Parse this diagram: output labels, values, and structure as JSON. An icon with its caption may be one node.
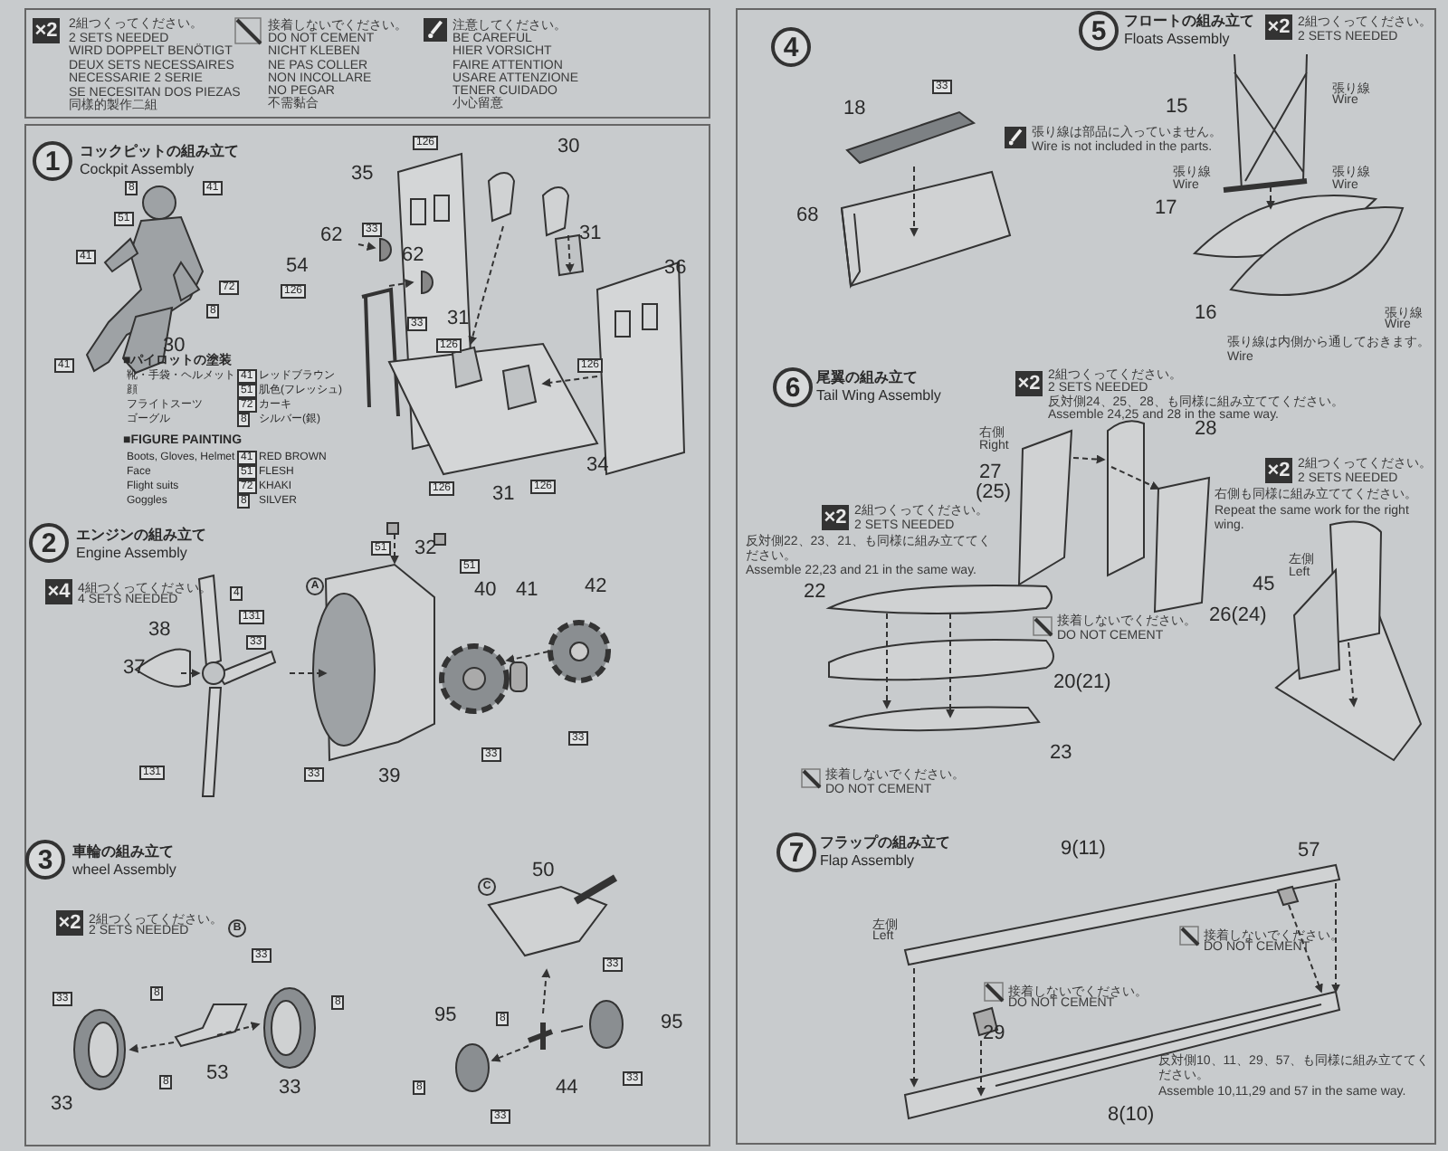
{
  "diagram": {
    "nodes": [
      {
        "text": [
          "×2"
        ],
        "beside": [
          "2組つくってください。",
          "2 SETS NEEDED",
          "WIRD DOPPELT BENÖTIGT",
          "DEUX SETS NECESSAIRES",
          "NECESSARIE 2 SERIE",
          "SE NECESITAN DOS PIEZAS",
          "同樣的製作二組"
        ]
      },
      {
        "text": [
          "1"
        ],
        "beside": [
          "コックピットの組み立て",
          "Cockpit Assembly"
        ]
      },
      {
        "text": [
          "2"
        ],
        "beside": [
          "エンジンの組み立て",
          "Engine Assembly"
        ]
      },
      {
        "text": [
          "×4"
        ],
        "beside": [
          "4組つくってください。",
          "4 SETS NEEDED"
        ]
      },
      {
        "text": [
          "A"
        ]
      },
      {
        "text": [
          "3"
        ],
        "beside": [
          "車輪の組み立て",
          "wheel Assembly"
        ]
      },
      {
        "text": [
          "×2"
        ],
        "beside": [
          "2組つくってください。",
          "2 SETS NEEDED"
        ]
      },
      {
        "text": [
          "B"
        ]
      },
      {
        "text": [
          "C"
        ]
      },
      {
        "text": [
          "4"
        ]
      },
      {
        "text": [
          "5"
        ],
        "beside": [
          "フロートの組み立て",
          "Floats Assembly"
        ]
      },
      {
        "text": [
          "×2"
        ],
        "beside": [
          "2組つくってください。",
          "2 SETS NEEDED"
        ]
      },
      {
        "text": [
          "6"
        ],
        "beside": [
          "尾翼の組み立て",
          "Tail Wing Assembly"
        ]
      },
      {
        "text": [
          "×2"
        ],
        "beside": [
          "2組つくってください。",
          "2 SETS NEEDED",
          "反対側24、25、28、も同様に組み立ててください。",
          "Assemble 24,25 and 28 in the same way."
        ]
      },
      {
        "text": [
          "×2"
        ],
        "beside": [
          "2組つくってください。",
          "2 SETS NEEDED",
          "反対側22、23、21、も同様に組み立ててください。",
          "Assemble 22,23 and 21 in the same way."
        ]
      },
      {
        "text": [
          "×2"
        ],
        "beside": [
          "2組つくってください。",
          "2 SETS NEEDED",
          "右側も同様に組み立ててください。",
          "Repeat the same work for the right wing."
        ]
      },
      {
        "text": [
          "7"
        ],
        "beside": [
          "フラップの組み立て",
          "Flap Assembly"
        ]
      }
    ],
    "labels": [
      "接着しないでください。",
      "DO NOT CEMENT",
      "NICHT KLEBEN",
      "NE PAS COLLER",
      "NON INCOLLARE",
      "NO PEGAR",
      "不需黏合",
      "注意してください。",
      "BE CAREFUL",
      "HIER VORSICHT",
      "FAIRE ATTENTION",
      "USARE ATTENZIONE",
      "TENER CUIDADO",
      "小心留意",
      "8",
      "41",
      "51",
      "41",
      "72",
      "8",
      "30",
      "41",
      "■パイロットの塗装",
      "靴・手袋・ヘルメット",
      "41",
      "レッドブラウン",
      "顔",
      "51",
      "肌色(フレッシュ)",
      "フライトスーツ",
      "72",
      "カーキ",
      "ゴーグル",
      "8",
      "シルバー(銀)",
      "■FIGURE PAINTING",
      "Boots, Gloves, Helmet",
      "41",
      "RED BROWN",
      "Face",
      "51",
      "FLESH",
      "Flight suits",
      "72",
      "KHAKI",
      "Goggles",
      "8",
      "SILVER",
      "126",
      "35",
      "30",
      "33",
      "62",
      "31",
      "62",
      "54",
      "36",
      "126",
      "31",
      "33",
      "126",
      "126",
      "34",
      "126",
      "31",
      "126",
      "51",
      "32",
      "51",
      "4",
      "40",
      "41",
      "42",
      "131",
      "38",
      "33",
      "37",
      "33",
      "33",
      "131",
      "33",
      "39",
      "50",
      "33",
      "33",
      "8",
      "33",
      "8",
      "95",
      "8",
      "95",
      "53",
      "33",
      "8",
      "33",
      "8",
      "44",
      "33",
      "33",
      "33",
      "18",
      "68",
      "張り線は部品に入っていません。",
      "Wire is not included in the parts.",
      "張り線",
      "Wire",
      "15",
      "張り線",
      "Wire",
      "張り線",
      "Wire",
      "17",
      "張り線",
      "Wire",
      "16",
      "張り線は内側から通しておきます。",
      "Wire",
      "右側",
      "Right",
      "28",
      "27",
      "(25)",
      "接着しないでください。",
      "DO NOT CEMENT",
      "左側",
      "Left",
      "22",
      "45",
      "26(24)",
      "20(21)",
      "23",
      "接着しないでください。",
      "DO NOT CEMENT",
      "9(11)",
      "57",
      "左側",
      "Left",
      "接着しないでください。",
      "DO NOT CEMENT",
      "接着しないでください。",
      "DO NOT CEMENT",
      "29",
      "反対側10、11、29、57、も同様に組み立ててください。",
      "Assemble 10,11,29 and 57 in the same way.",
      "8(10)"
    ]
  }
}
